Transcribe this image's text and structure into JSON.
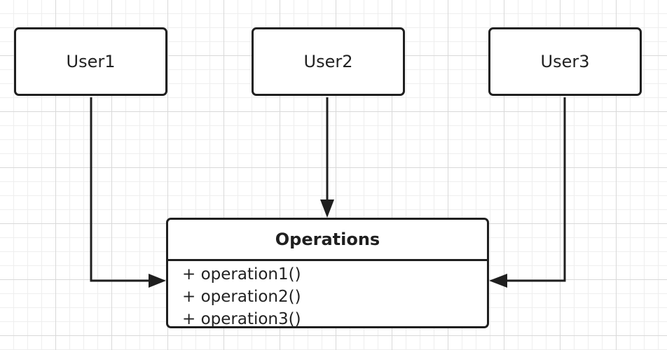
{
  "diagram": {
    "users": [
      {
        "id": "user1",
        "label": "User1"
      },
      {
        "id": "user2",
        "label": "User2"
      },
      {
        "id": "user3",
        "label": "User3"
      }
    ],
    "operations_class": {
      "name": "Operations",
      "methods": [
        "+ operation1()",
        "+ operation2()",
        "+ operation3()"
      ]
    },
    "colors": {
      "stroke": "#1f1f1f",
      "text": "#222222",
      "grid_major": "#d9d9d9",
      "grid_minor": "#eeeeee",
      "background": "#ffffff"
    }
  }
}
